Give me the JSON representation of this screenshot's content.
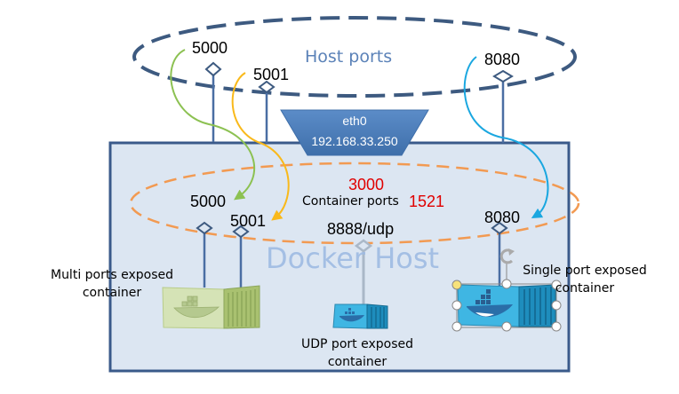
{
  "host_ports": {
    "title": "Host ports",
    "ports": [
      "5000",
      "5001",
      "8080"
    ]
  },
  "interface": {
    "name": "eth0",
    "ip": "192.168.33.250"
  },
  "docker_host": {
    "title": "Docker Host"
  },
  "container_ports": {
    "title": "Container ports",
    "ports": [
      "5000",
      "5001",
      "8080",
      "8888/udp"
    ],
    "highlighted_ports": [
      "3000",
      "1521"
    ]
  },
  "containers": [
    {
      "label_line1": "Multi ports exposed",
      "label_line2": "container",
      "color": "#c9dba3"
    },
    {
      "label_line1": "UDP port exposed",
      "label_line2": "container",
      "color": "#3fb6e3"
    },
    {
      "label_line1": "Single port exposed",
      "label_line2": "container",
      "color": "#3fb6e3"
    }
  ],
  "mappings": [
    {
      "host": "5000",
      "container": "5000",
      "color": "#8cc152"
    },
    {
      "host": "5001",
      "container": "5001",
      "color": "#f9b91b"
    },
    {
      "host": "8080",
      "container": "8080",
      "color": "#1aa7e0"
    }
  ],
  "colors": {
    "host_ellipse": "#3d5a80",
    "container_ellipse": "#f29a52",
    "host_box_fill": "#dce6f2",
    "host_box_border": "#3a5a8a",
    "eth_fill": "#4a7ab9",
    "highlight_text": "#e00000"
  }
}
